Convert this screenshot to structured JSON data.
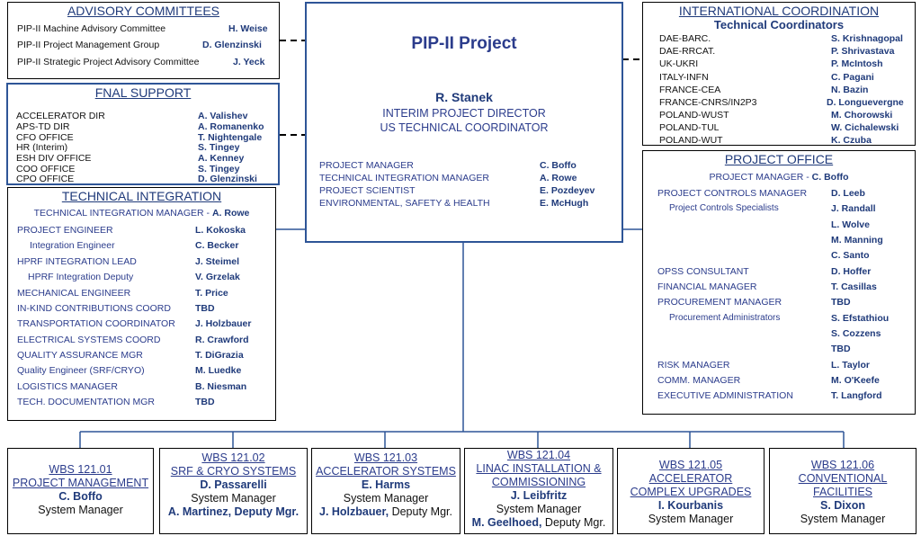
{
  "advisory": {
    "title": "ADVISORY COMMITTEES",
    "rows": [
      {
        "label": "PIP-II Machine Advisory Committee",
        "name": "H. Weise"
      },
      {
        "label": "PIP-II Project Management Group",
        "name": "D. Glenzinski"
      },
      {
        "label": "PIP-II Strategic Project Advisory Committee",
        "name": "J. Yeck"
      }
    ]
  },
  "fnal": {
    "title": "FNAL SUPPORT",
    "rows": [
      {
        "label": "ACCELERATOR DIR",
        "name": "A. Valishev"
      },
      {
        "label": "APS-TD DIR",
        "name": "A. Romanenko"
      },
      {
        "label": "CFO OFFICE",
        "name": "T. Nightengale"
      },
      {
        "label": "HR (Interim)",
        "name": "S. Tingey"
      },
      {
        "label": "ESH DIV OFFICE",
        "name": "A. Kenney"
      },
      {
        "label": "COO OFFICE",
        "name": "S. Tingey"
      },
      {
        "label": "CPO OFFICE",
        "name": "D. Glenzinski"
      }
    ]
  },
  "director": {
    "title": "PIP-II Project",
    "name": "R. Stanek",
    "role1": "INTERIM PROJECT DIRECTOR",
    "role2": "US TECHNICAL COORDINATOR",
    "rows": [
      {
        "label": "PROJECT MANAGER",
        "name": "C. Boffo"
      },
      {
        "label": "TECHNICAL INTEGRATION MANAGER",
        "name": "A. Rowe"
      },
      {
        "label": "PROJECT SCIENTIST",
        "name": "E. Pozdeyev"
      },
      {
        "label": "ENVIRONMENTAL, SAFETY & HEALTH",
        "name": "E. McHugh"
      }
    ]
  },
  "international": {
    "title": "INTERNATIONAL COORDINATION",
    "subtitle": "Technical Coordinators",
    "rows": [
      {
        "label": "DAE-BARC.",
        "name": "S. Krishnagopal"
      },
      {
        "label": "DAE-RRCAT.",
        "name": "P. Shrivastava"
      },
      {
        "label": "UK-UKRI",
        "name": "P. McIntosh"
      },
      {
        "label": "ITALY-INFN",
        "name": "C. Pagani"
      },
      {
        "label": "FRANCE-CEA",
        "name": "N. Bazin"
      },
      {
        "label": "FRANCE-CNRS/IN2P3",
        "name": "D. Longuevergne"
      },
      {
        "label": "POLAND-WUST",
        "name": "M. Chorowski"
      },
      {
        "label": "POLAND-TUL",
        "name": "W. Cichalewski"
      },
      {
        "label": "POLAND-WUT",
        "name": "K. Czuba"
      }
    ]
  },
  "tech": {
    "title": "TECHNICAL INTEGRATION",
    "manager_label": "TECHNICAL INTEGRATION MANAGER - ",
    "manager_name": "A. Rowe",
    "rows": [
      {
        "label": "PROJECT ENGINEER",
        "name": "L. Kokoska"
      },
      {
        "label": "Integration Engineer",
        "name": "C. Becker"
      },
      {
        "label": "HPRF INTEGRATION LEAD",
        "name": "J. Steimel"
      },
      {
        "label": "HPRF Integration Deputy",
        "name": "V. Grzelak"
      },
      {
        "label": "MECHANICAL ENGINEER",
        "name": "T. Price"
      },
      {
        "label": "IN-KIND CONTRIBUTIONS COORD",
        "name": "TBD"
      },
      {
        "label": "TRANSPORTATION COORDINATOR",
        "name": "J. Holzbauer"
      },
      {
        "label": "ELECTRICAL SYSTEMS COORD",
        "name": "R. Crawford"
      },
      {
        "label": "QUALITY ASSURANCE MGR",
        "name": "T. DiGrazia"
      },
      {
        "label": "Quality Engineer (SRF/CRYO)",
        "name": "M. Luedke"
      },
      {
        "label": "LOGISTICS MANAGER",
        "name": "B. Niesman"
      },
      {
        "label": "TECH. DOCUMENTATION MGR",
        "name": "TBD"
      }
    ]
  },
  "office": {
    "title": "PROJECT OFFICE",
    "pm_label": "PROJECT MANAGER - ",
    "pm_name": "C. Boffo",
    "rows": [
      {
        "label": "PROJECT CONTROLS MANAGER",
        "name": "D. Leeb"
      },
      {
        "label": "Project Controls Specialists",
        "name": "J. Randall"
      },
      {
        "label": "",
        "name": "L. Wolve"
      },
      {
        "label": "",
        "name": "M. Manning"
      },
      {
        "label": "",
        "name": "C. Santo"
      },
      {
        "label": "OPSS CONSULTANT",
        "name": "D. Hoffer"
      },
      {
        "label": "FINANCIAL MANAGER",
        "name": "T. Casillas"
      },
      {
        "label": "PROCUREMENT MANAGER",
        "name": "TBD"
      },
      {
        "label": "Procurement Administrators",
        "name": "S. Efstathiou"
      },
      {
        "label": "",
        "name": "S. Cozzens"
      },
      {
        "label": "",
        "name": "TBD"
      },
      {
        "label": "RISK MANAGER",
        "name": "L. Taylor"
      },
      {
        "label": "COMM. MANAGER",
        "name": "M. O'Keefe"
      },
      {
        "label": "EXECUTIVE ADMINISTRATION",
        "name": "T. Langford"
      }
    ]
  },
  "wbs": [
    {
      "code": "WBS 121.01",
      "title1": "PROJECT MANAGEMENT",
      "title2": "",
      "name": "C. Boffo",
      "role": "System Manager",
      "deputy_name": "",
      "deputy_role": ""
    },
    {
      "code": "WBS 121.02",
      "title1": "SRF & CRYO SYSTEMS",
      "title2": "",
      "name": "D. Passarelli",
      "role": "System Manager",
      "deputy_name": "A. Martinez, Deputy Mgr.",
      "deputy_role": ""
    },
    {
      "code": "WBS 121.03",
      "title1": "ACCELERATOR SYSTEMS",
      "title2": "",
      "name": "E. Harms",
      "role": "System Manager",
      "deputy_name": "J. Holzbauer,",
      "deputy_role": " Deputy Mgr."
    },
    {
      "code": "WBS 121.04",
      "title1": "LINAC INSTALLATION &",
      "title2": "COMMISSIONING",
      "name": "J. Leibfritz",
      "role": "System Manager",
      "deputy_name": "M. Geelhoed,",
      "deputy_role": " Deputy Mgr."
    },
    {
      "code": "WBS 121.05",
      "title1": "ACCELERATOR",
      "title2": "COMPLEX UPGRADES",
      "name": "I. Kourbanis",
      "role": "System Manager",
      "deputy_name": "",
      "deputy_role": ""
    },
    {
      "code": "WBS 121.06",
      "title1": "CONVENTIONAL",
      "title2": "FACILITIES",
      "name": "S. Dixon",
      "role": "System Manager",
      "deputy_name": "",
      "deputy_role": ""
    }
  ]
}
